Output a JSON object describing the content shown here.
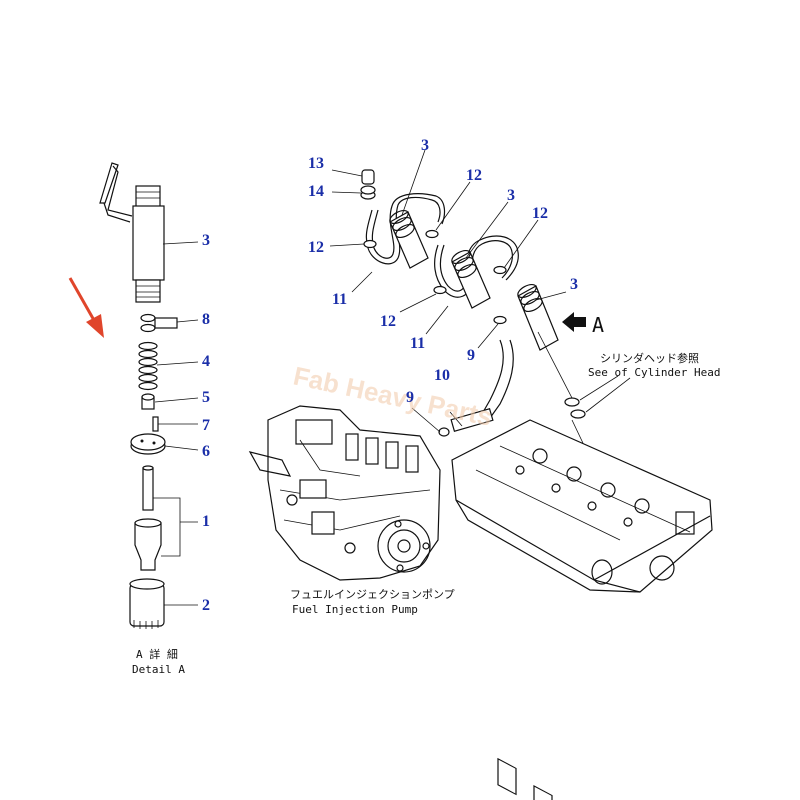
{
  "watermark": "Fab Heavy Parts",
  "callouts": {
    "c3_left": "3",
    "c8": "8",
    "c4": "4",
    "c5": "5",
    "c7": "7",
    "c6": "6",
    "c1": "1",
    "c2": "2",
    "c13": "13",
    "c14": "14",
    "c12_a": "12",
    "c11_a": "11",
    "c3_top1": "3",
    "c12_b": "12",
    "c3_top2": "3",
    "c12_c": "12",
    "c12_d": "12",
    "c11_b": "11",
    "c3_right": "3",
    "c9_a": "9",
    "c10": "10",
    "c9_b": "9"
  },
  "captions": {
    "detail_jp": "A 詳 細",
    "detail_en": "Detail A",
    "pump_jp": "フュエルインジェクションポンプ",
    "pump_en": "Fuel Injection Pump",
    "head_jp": "シリンダヘッド参照",
    "head_en": "See of Cylinder Head",
    "view_letter": "A"
  },
  "colors": {
    "callout": "#1a2ea8",
    "pointer_arrow": "#e0452b",
    "line": "#111111",
    "watermark": "#f2c9a8"
  }
}
